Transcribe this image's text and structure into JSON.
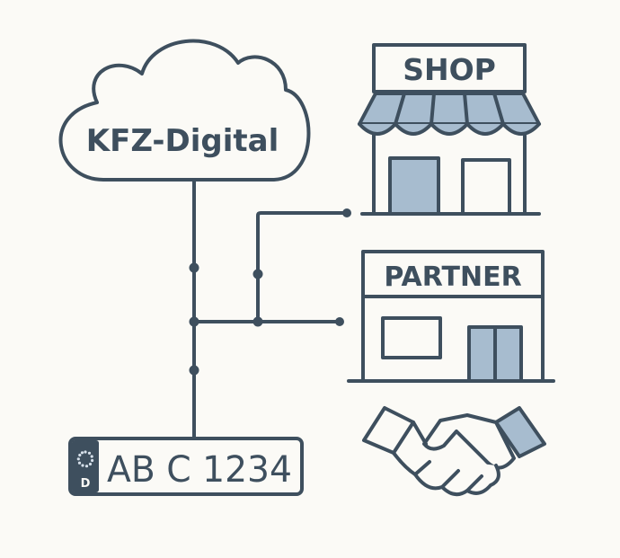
{
  "cloud": {
    "label": "KFZ-Digital"
  },
  "shop": {
    "sign": "SHOP"
  },
  "partner": {
    "sign": "PARTNER"
  },
  "plate": {
    "country_code": "D",
    "text": "AB C 1234"
  },
  "colors": {
    "background": "#fbfaf6",
    "stroke": "#3e4f5e",
    "accent_fill": "#a7bccf",
    "plate_band": "#3e4f5e"
  }
}
